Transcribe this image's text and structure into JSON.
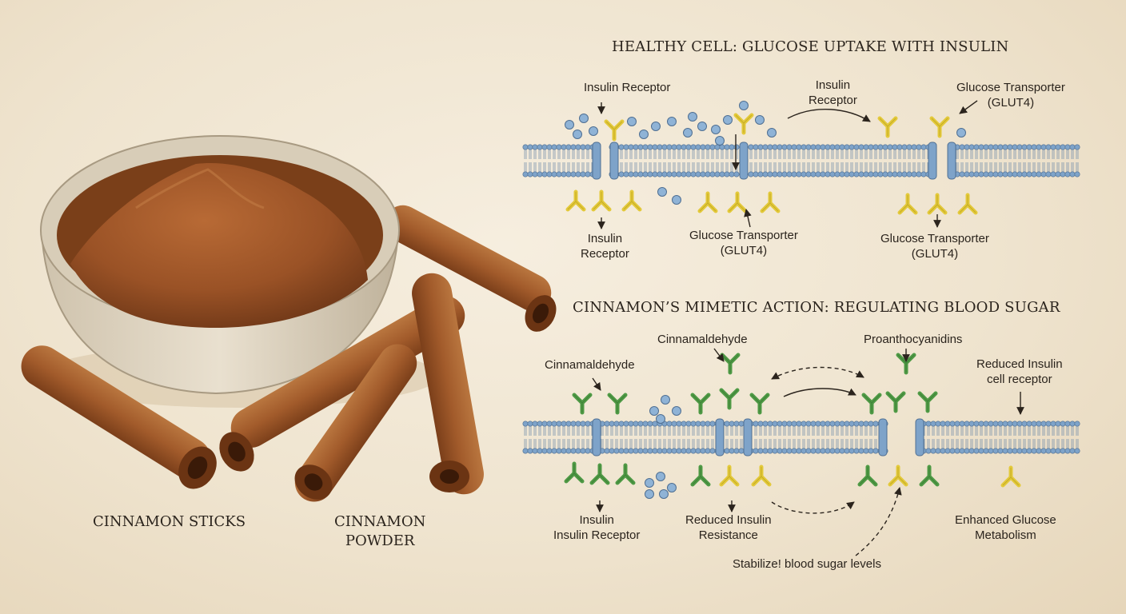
{
  "photo": {
    "sticks_label": "CINNAMON STICKS",
    "powder_label_line1": "CINNAMON",
    "powder_label_line2": "POWDER"
  },
  "panel_top": {
    "title": "HEALTHY CELL: GLUCOSE UPTAKE WITH INSULIN",
    "labels": {
      "insulin_receptor_top_left": "Insulin Receptor",
      "insulin_receptor_top_mid_1": "Insulin",
      "insulin_receptor_top_mid_2": "Receptor",
      "glut4_top_right_1": "Glucose Transporter",
      "glut4_top_right_2": "(GLUT4)",
      "insulin_receptor_bottom_1": "Insulin",
      "insulin_receptor_bottom_2": "Receptor",
      "glut4_bottom_mid_1": "Glucose Transporter",
      "glut4_bottom_mid_2": "(GLUT4)",
      "glut4_bottom_right_1": "Glucose Transporter",
      "glut4_bottom_right_2": "(GLUT4)"
    }
  },
  "panel_bottom": {
    "title": "CINNAMON’S MIMETIC ACTION: REGULATING BLOOD SUGAR",
    "labels": {
      "cinnamaldehyde_left": "Cinnamaldehyde",
      "cinnamaldehyde_mid": "Cinnamaldehyde",
      "proanthocyanidins": "Proanthocyanidins",
      "reduced_insulin_receptor_1": "Reduced Insulin",
      "reduced_insulin_receptor_2": "cell receptor",
      "insulin_receptor_1": "Insulin",
      "insulin_receptor_2": "Insulin Receptor",
      "reduced_resistance_1": "Reduced Insulin",
      "reduced_resistance_2": "Resistance",
      "stabilize": "Stabilize! blood sugar levels",
      "enhanced_metabolism_1": "Enhanced Glucose",
      "enhanced_metabolism_2": "Metabolism"
    }
  },
  "colors": {
    "membrane_blue": "#7ea3c9",
    "glucose_blue": "#8fb3d6",
    "insulin_yellow": "#e3c93a",
    "cinnamon_green": "#4f9a45",
    "cinnamon_brown": "#9a5226"
  }
}
